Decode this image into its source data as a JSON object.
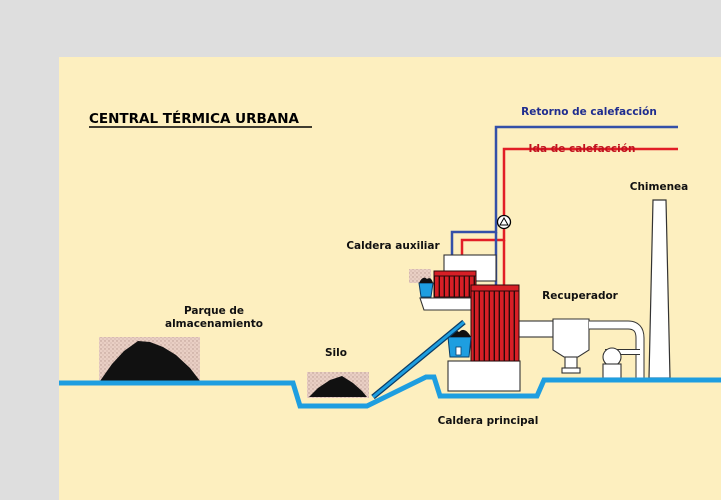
{
  "title": "CENTRAL TÉRMICA URBANA",
  "labels": {
    "return_heating": "Retorno de calefacción",
    "supply_heating": "Ida de calefacción",
    "chimney": "Chimenea",
    "aux_boiler": "Caldera auxiliar",
    "recuperator": "Recuperador",
    "storage_line1": "Parque de",
    "storage_line2": "almacenamiento",
    "silo": "Silo",
    "main_boiler": "Caldera principal"
  },
  "colors": {
    "page_background": "#dedede",
    "diagram_background": "#fdefbf",
    "ground_line": "#1e9ee0",
    "return_pipe": "#3450a8",
    "supply_pipe": "#e21e26",
    "boiler_red": "#d71f26",
    "coal": "#111111"
  },
  "icons": {
    "pump": "pump-circle-icon"
  }
}
